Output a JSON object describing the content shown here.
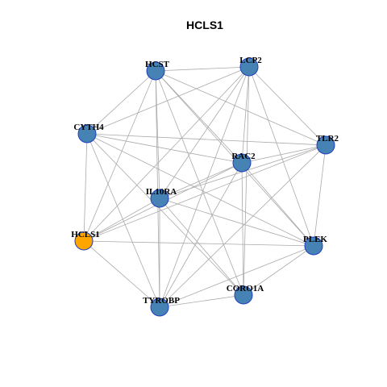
{
  "title": "HCLS1",
  "colors": {
    "edge": "#aaaaaa",
    "node_fill": "#4682b4",
    "node_stroke": "#1f3fbf",
    "highlight_fill": "#ffa500",
    "highlight_stroke": "#1f3fbf"
  },
  "graph": {
    "highlight": "HCLS1",
    "nodes": [
      "HCST",
      "LCP2",
      "CYTH4",
      "TLR2",
      "RAC2",
      "IL10RA",
      "HCLS1",
      "PLEK",
      "CORO1A",
      "TYROBP"
    ],
    "edges": [
      [
        "HCST",
        "LCP2"
      ],
      [
        "HCST",
        "CYTH4"
      ],
      [
        "HCST",
        "TLR2"
      ],
      [
        "HCST",
        "RAC2"
      ],
      [
        "HCST",
        "IL10RA"
      ],
      [
        "HCST",
        "HCLS1"
      ],
      [
        "HCST",
        "PLEK"
      ],
      [
        "HCST",
        "CORO1A"
      ],
      [
        "HCST",
        "TYROBP"
      ],
      [
        "LCP2",
        "CYTH4"
      ],
      [
        "LCP2",
        "TLR2"
      ],
      [
        "LCP2",
        "RAC2"
      ],
      [
        "LCP2",
        "IL10RA"
      ],
      [
        "LCP2",
        "HCLS1"
      ],
      [
        "LCP2",
        "PLEK"
      ],
      [
        "LCP2",
        "CORO1A"
      ],
      [
        "LCP2",
        "TYROBP"
      ],
      [
        "CYTH4",
        "TLR2"
      ],
      [
        "CYTH4",
        "RAC2"
      ],
      [
        "CYTH4",
        "HCLS1"
      ],
      [
        "CYTH4",
        "PLEK"
      ],
      [
        "CYTH4",
        "CORO1A"
      ],
      [
        "CYTH4",
        "TYROBP"
      ],
      [
        "TLR2",
        "RAC2"
      ],
      [
        "TLR2",
        "IL10RA"
      ],
      [
        "TLR2",
        "HCLS1"
      ],
      [
        "TLR2",
        "PLEK"
      ],
      [
        "TLR2",
        "TYROBP"
      ],
      [
        "RAC2",
        "IL10RA"
      ],
      [
        "RAC2",
        "HCLS1"
      ],
      [
        "RAC2",
        "PLEK"
      ],
      [
        "RAC2",
        "CORO1A"
      ],
      [
        "RAC2",
        "TYROBP"
      ],
      [
        "IL10RA",
        "HCLS1"
      ],
      [
        "IL10RA",
        "PLEK"
      ],
      [
        "IL10RA",
        "CORO1A"
      ],
      [
        "IL10RA",
        "TYROBP"
      ],
      [
        "HCLS1",
        "PLEK"
      ],
      [
        "HCLS1",
        "TYROBP"
      ],
      [
        "PLEK",
        "CORO1A"
      ],
      [
        "PLEK",
        "TYROBP"
      ],
      [
        "CORO1A",
        "TYROBP"
      ]
    ]
  }
}
